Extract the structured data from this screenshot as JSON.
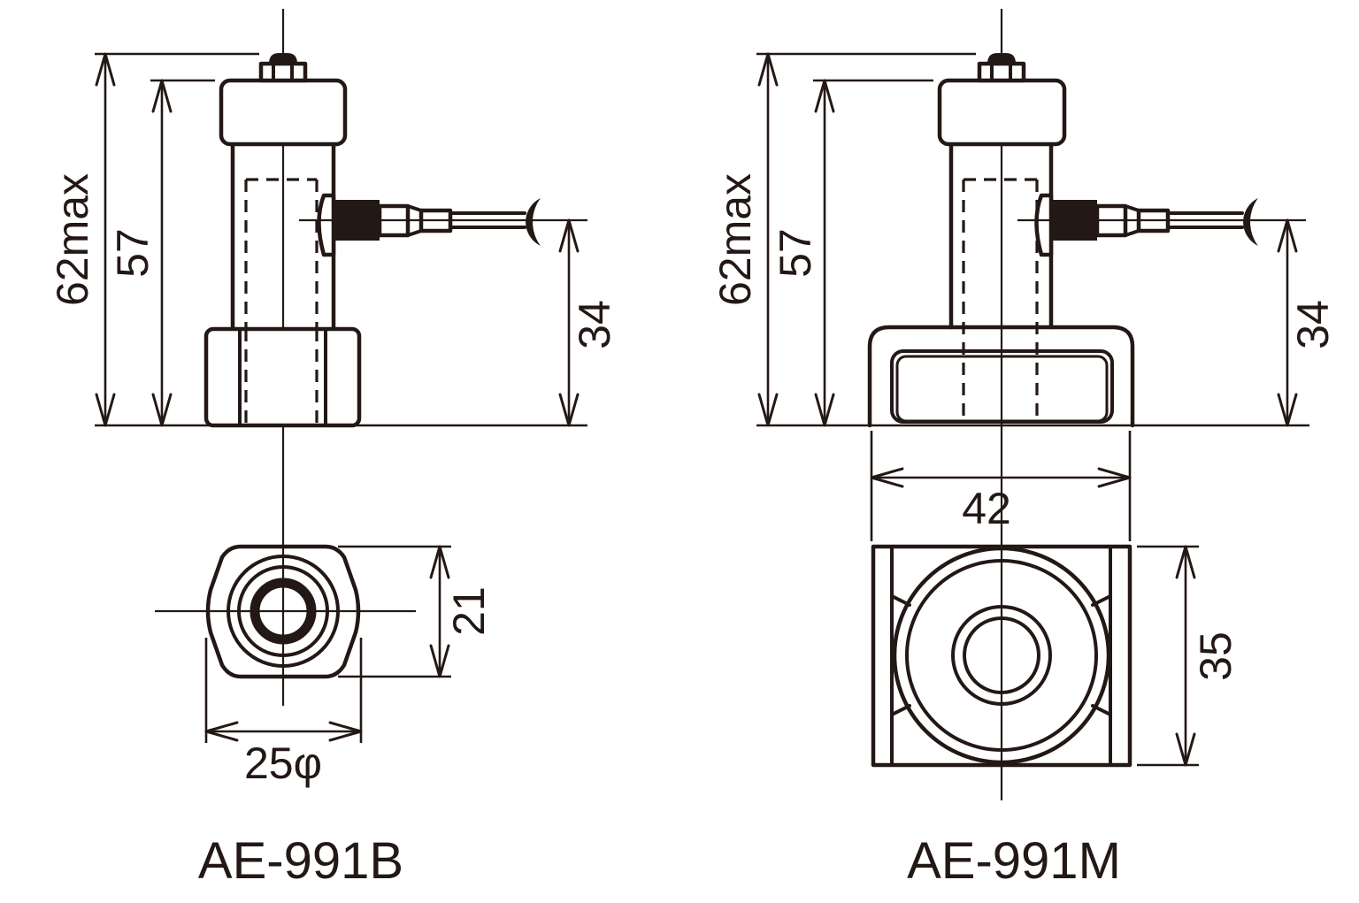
{
  "drawing": {
    "left": {
      "model": "AE-991B",
      "dims": {
        "overall_height": "62max",
        "body_height": "57",
        "connector_axis_height": "34",
        "nut_across_flats": "21",
        "nut_diameter": "25φ"
      }
    },
    "right": {
      "model": "AE-991M",
      "dims": {
        "overall_height": "62max",
        "body_height": "57",
        "connector_axis_height": "34",
        "base_width": "42",
        "base_depth": "35"
      }
    },
    "colors": {
      "line": "#231815",
      "background": "#ffffff"
    }
  }
}
